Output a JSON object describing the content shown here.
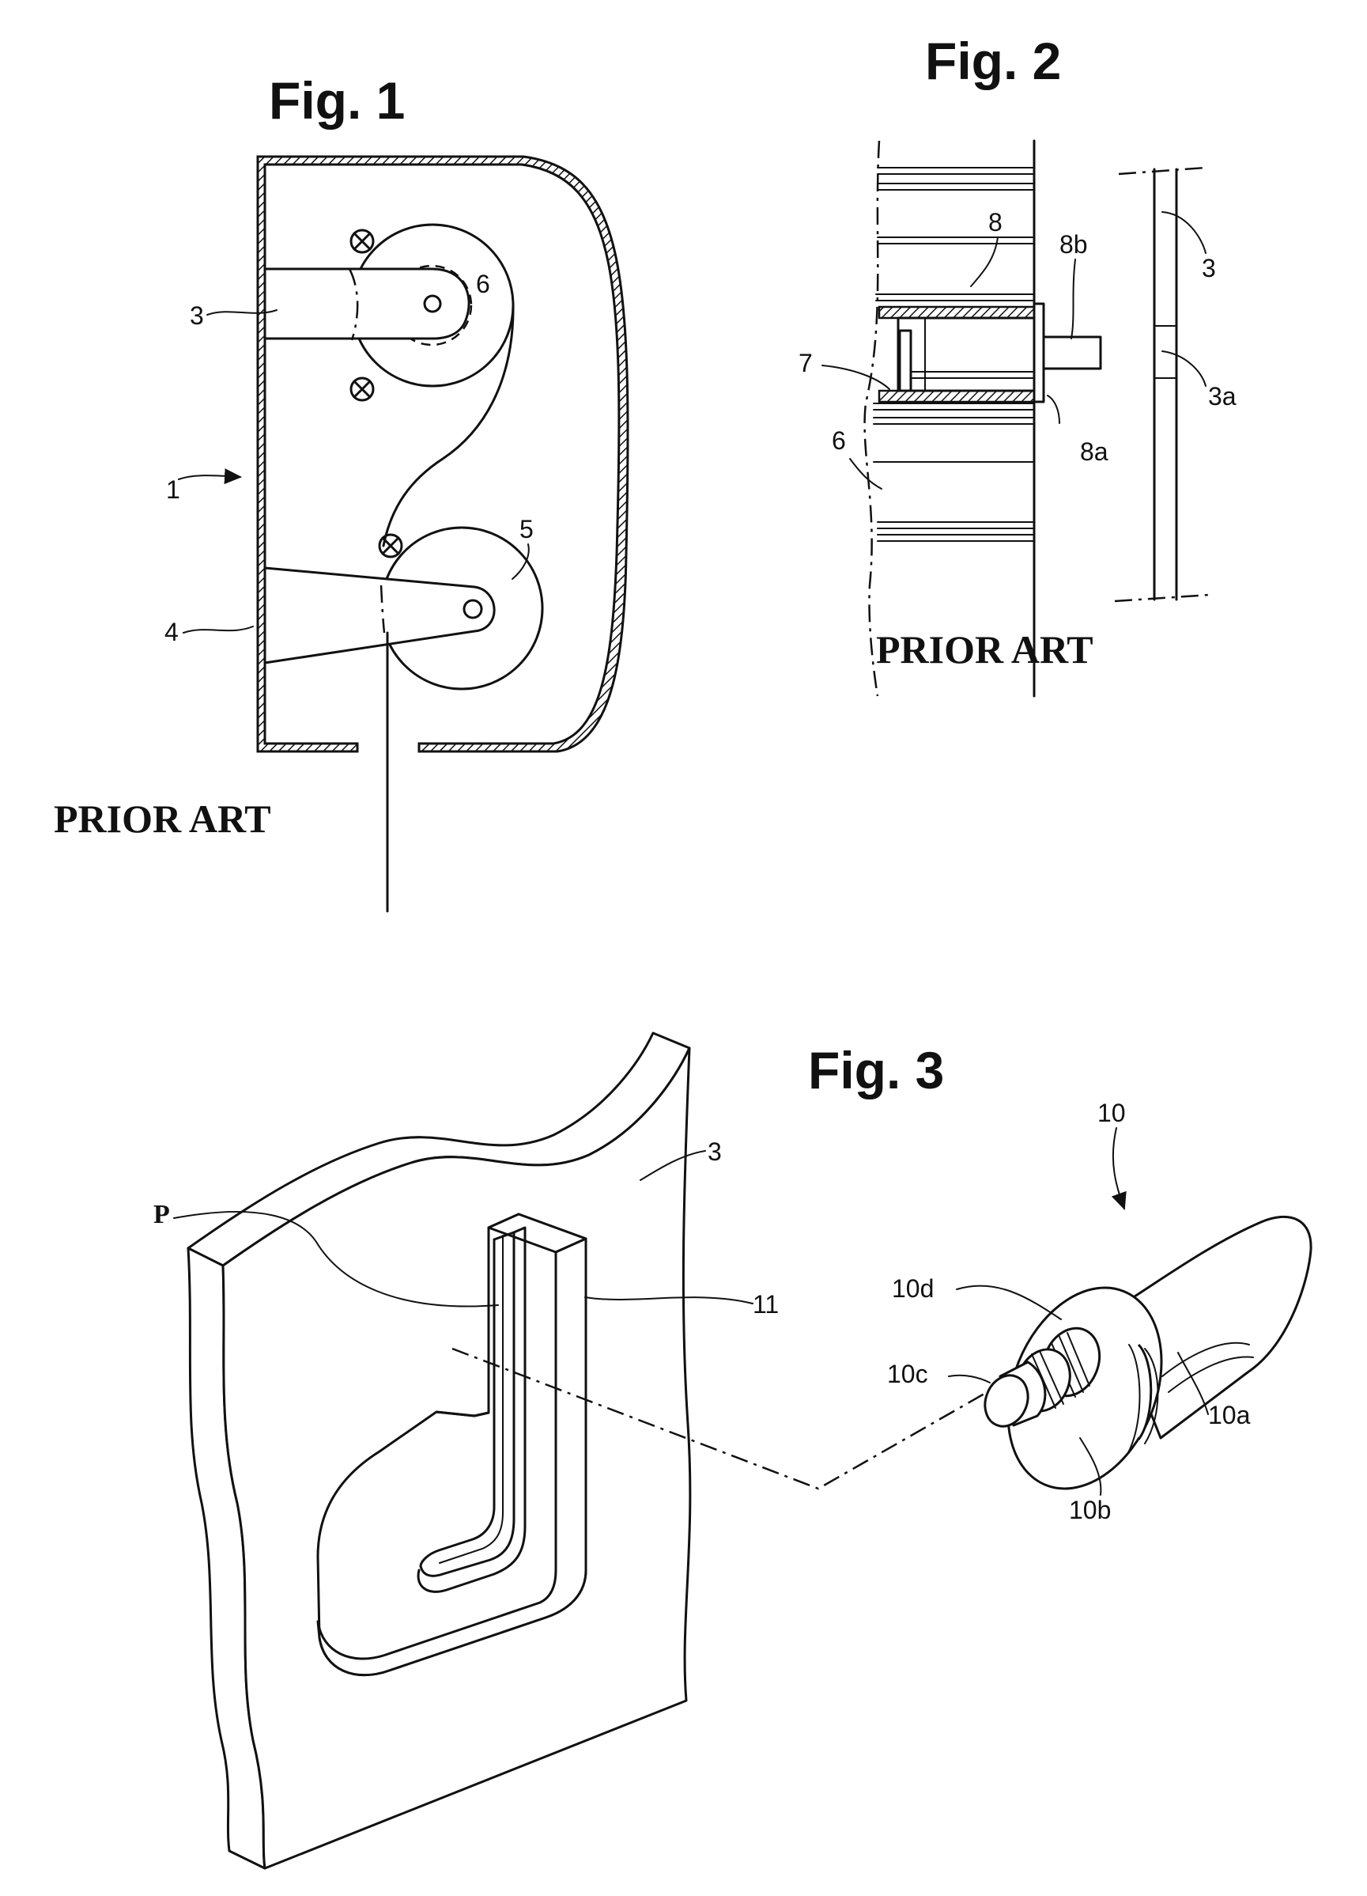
{
  "figures": {
    "fig1": {
      "title": "Fig. 1",
      "caption": "PRIOR ART",
      "refs": {
        "r1": "1",
        "r3": "3",
        "r4": "4",
        "r5": "5",
        "r6": "6"
      }
    },
    "fig2": {
      "title": "Fig. 2",
      "caption": "PRIOR ART",
      "refs": {
        "r3": "3",
        "r3a": "3a",
        "r6": "6",
        "r7": "7",
        "r8": "8",
        "r8a": "8a",
        "r8b": "8b"
      }
    },
    "fig3": {
      "title": "Fig. 3",
      "refs": {
        "rP": "P",
        "r3": "3",
        "r11": "11",
        "r10": "10",
        "r10a": "10a",
        "r10b": "10b",
        "r10c": "10c",
        "r10d": "10d"
      }
    }
  },
  "colors": {
    "ink": "#111111",
    "paper": "#ffffff"
  }
}
